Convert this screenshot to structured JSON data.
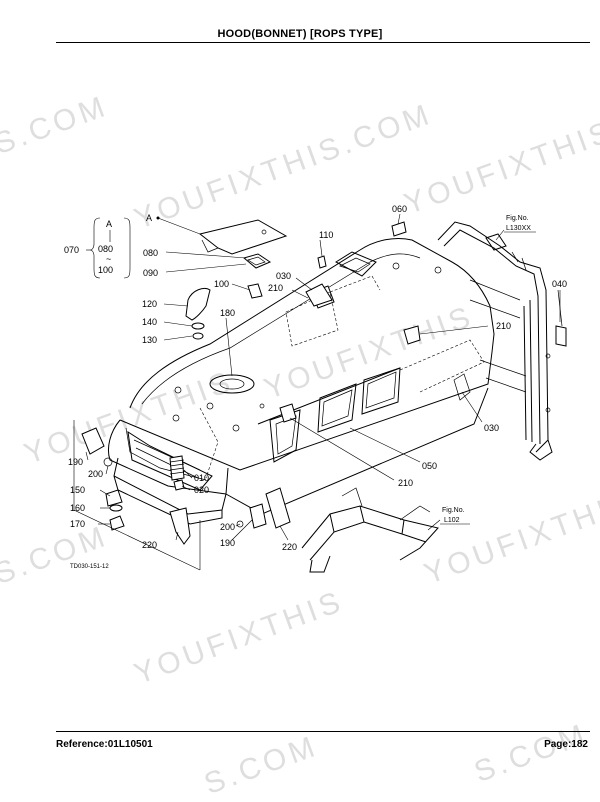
{
  "header": {
    "title": "HOOD(BONNET) [ROPS TYPE]"
  },
  "footer": {
    "reference": "Reference:01L10501",
    "page": "Page:182"
  },
  "watermark": {
    "text": "YOUFIXTHIS",
    "text_com": "S.COM",
    "text_com2": "YOUFIXTHIS.COM"
  },
  "diagram": {
    "callouts": {
      "c010": "010",
      "c020": "020",
      "c030a": "030",
      "c030b": "030",
      "c040": "040",
      "c050": "050",
      "c060": "060",
      "c070": "070",
      "c080": "080",
      "c090": "090",
      "c100": "100",
      "c110": "110",
      "c120": "120",
      "c130": "130",
      "c140": "140",
      "c150": "150",
      "c160": "160",
      "c170": "170",
      "c180": "180",
      "c190a": "190",
      "c190b": "190",
      "c200a": "200",
      "c200b": "200",
      "c210a": "210",
      "c210b": "210",
      "c210c": "210",
      "c220a": "220",
      "c220b": "220"
    },
    "group": {
      "letter": "A",
      "start": "080",
      "tilde": "~",
      "end": "100"
    },
    "marker_a": "A",
    "fig_ref_1": {
      "label": "Fig.No.",
      "code": "L130XX"
    },
    "fig_ref_2": {
      "label": "Fig.No.",
      "code": "L102"
    },
    "drawing_code": "TD030-151-12"
  }
}
